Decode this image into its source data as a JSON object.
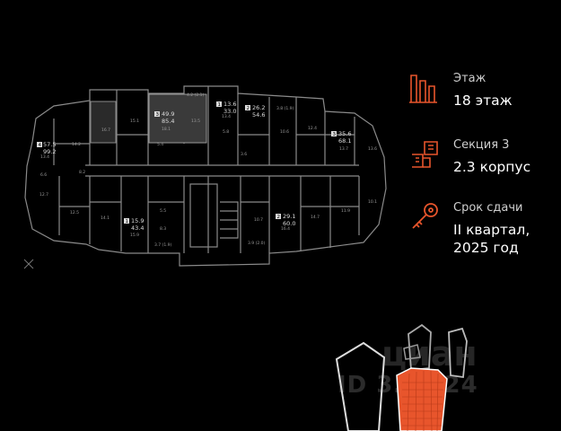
{
  "info": {
    "floor": {
      "label": "Этаж",
      "value": "18 этаж",
      "icon": "floor-levels-icon"
    },
    "section": {
      "label": "Секция 3",
      "value": "2.3 корпус",
      "icon": "section-blocks-icon"
    },
    "deadline": {
      "label": "Срок сдачи",
      "value_line1": "II квартал,",
      "value_line2": "2025 год",
      "icon": "key-icon"
    }
  },
  "watermark": {
    "brand": "циан",
    "id_text": "ID 3… 124"
  },
  "colors": {
    "accent": "#e8552c",
    "background": "#000000",
    "walls": "#8a8a8a",
    "selected_unit": "#3a3a3a"
  },
  "units": [
    {
      "rooms": "4",
      "area1": "57.5",
      "area2": "99.2"
    },
    {
      "rooms": "3",
      "area1": "49.9",
      "area2": "85.4"
    },
    {
      "rooms": "1",
      "area1": "13.6",
      "area2": "33.0"
    },
    {
      "rooms": "2",
      "area1": "26.2",
      "area2": "54.6"
    },
    {
      "rooms": "3",
      "area1": "35.6",
      "area2": "68.1"
    },
    {
      "rooms": "1",
      "area1": "15.9",
      "area2": "43.4"
    },
    {
      "rooms": "2",
      "area1": "29.1",
      "area2": "60.0"
    }
  ],
  "room_labels": [
    "16.7",
    "15.1",
    "13.5",
    "4.2 (2.1)",
    "18.1",
    "5.4",
    "13.4",
    "5.8",
    "3.8 (1.9)",
    "10.6",
    "12.4",
    "14.2",
    "13.4",
    "6.6",
    "12.7",
    "12.5",
    "14.1",
    "8.2",
    "5.5",
    "8.3",
    "15.9",
    "3.7 (1.9)",
    "3.9 (2.0)",
    "10.7",
    "16.4",
    "14.7",
    "11.9",
    "10.1",
    "13.6",
    "13.7",
    "3.6"
  ]
}
